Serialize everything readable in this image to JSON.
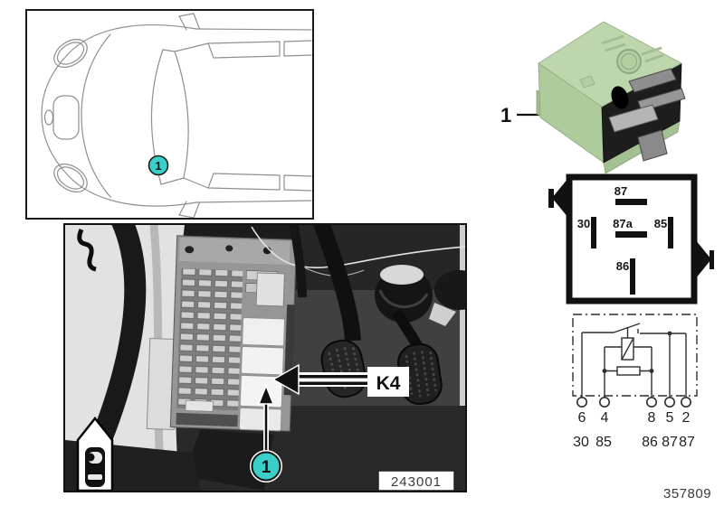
{
  "page": {
    "footer_ref": "357809",
    "accent_teal": "#3bcfc9"
  },
  "car_panel": {
    "marker_label": "1"
  },
  "photo_panel": {
    "relay_callout": "K4",
    "marker_label": "1",
    "image_ref": "243001"
  },
  "relay_panel": {
    "item_label": "1"
  },
  "pin_diagram": {
    "pins": [
      {
        "id": "87",
        "orientation": "horizontal"
      },
      {
        "id": "30",
        "orientation": "vertical"
      },
      {
        "id": "87a",
        "orientation": "horizontal"
      },
      {
        "id": "85",
        "orientation": "vertical"
      },
      {
        "id": "86",
        "orientation": "vertical"
      }
    ]
  },
  "schematic": {
    "terminal_numbers": [
      "6",
      "4",
      "8",
      "5",
      "2"
    ],
    "terminal_names": [
      "30",
      "85",
      "86",
      "87",
      "87"
    ]
  }
}
